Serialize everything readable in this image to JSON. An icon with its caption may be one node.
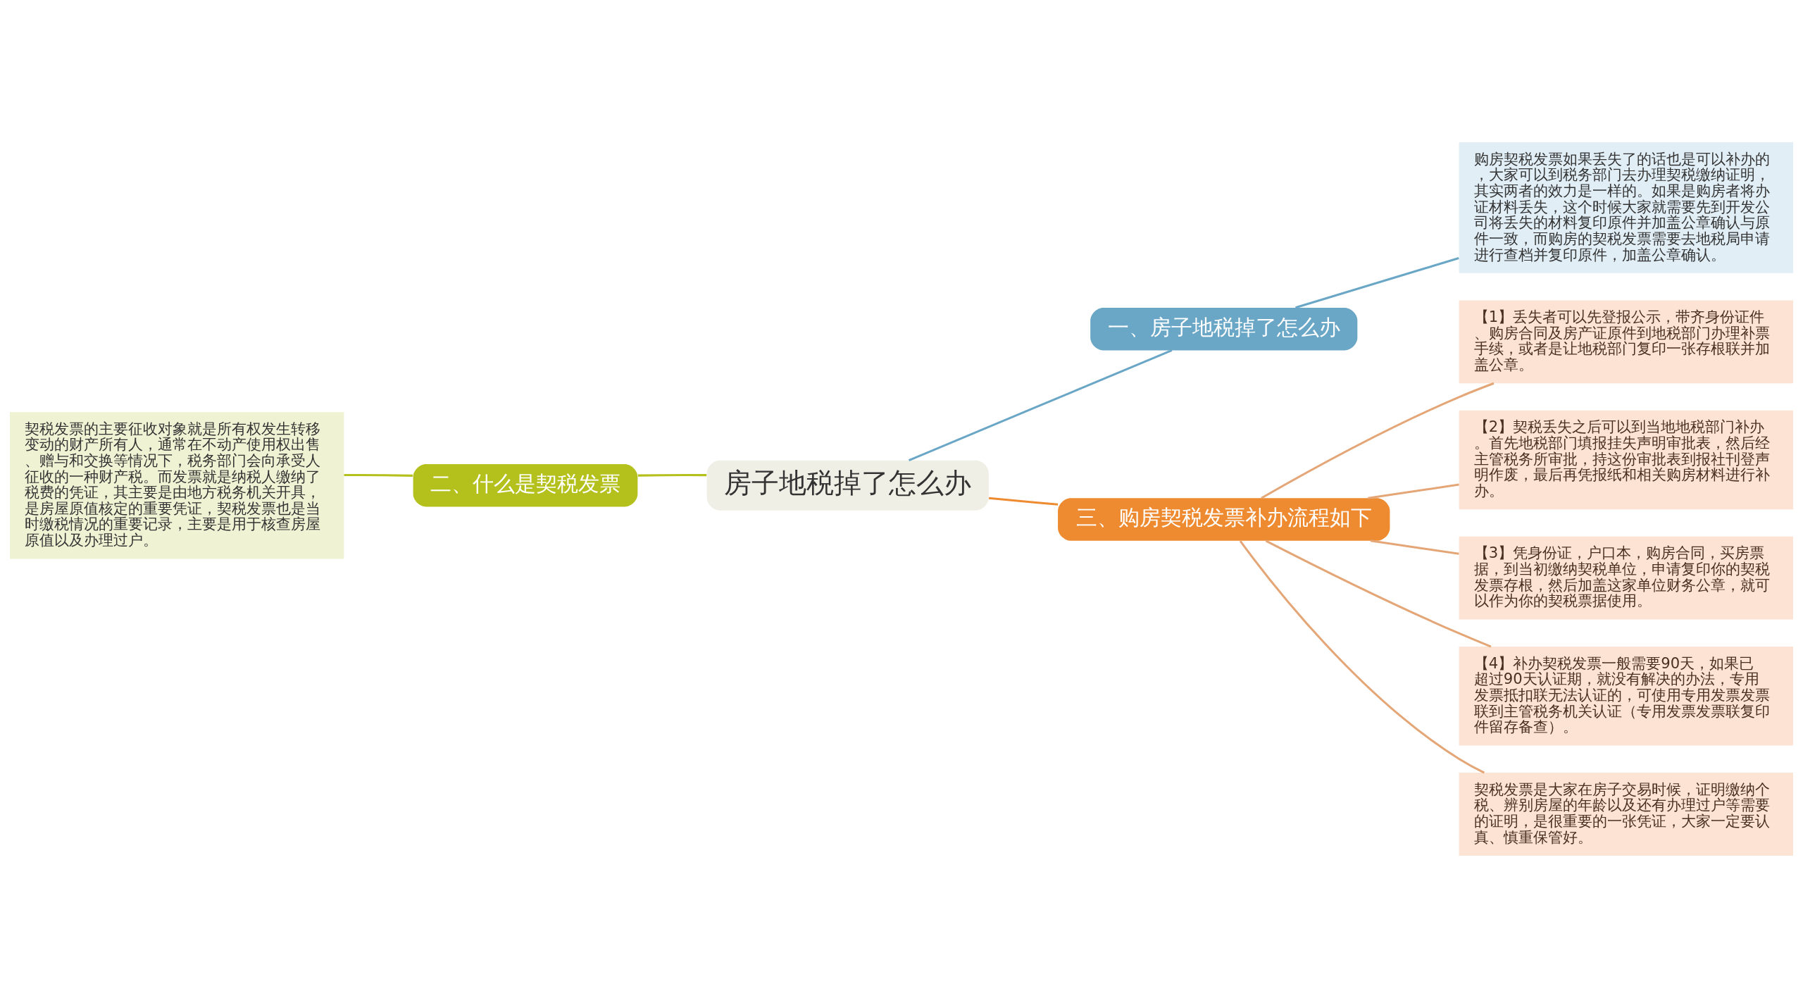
{
  "diagram": {
    "nodes": [
      {
        "text": [
          "房子地税掉了怎么办"
        ]
      },
      {
        "text": [
          "一、房子地税掉了怎么办"
        ]
      },
      {
        "text": [
          "购房契税发票如果丢失了的话也是可以补办的，大家可以到税务部门去办理契税缴纳证明，其实两者的效力是一样的。如果是购房者将办证材料丢失，这个时候大家就需要先到开发公司将丢失的材料复印原件并加盖公章确认与原件一致，而购房的契税发票需要去地税局申请进行查档并复印原件，加盖公章确认。"
        ]
      },
      {
        "text": [
          "二、什么是契税发票"
        ]
      },
      {
        "text": [
          "契税发票的主要征收对象就是所有权发生转移变动的财产所有人，通常在不动产使用权出售、赠与和交换等情况下，税务部门会向承受人征收的一种财产税。而发票就是纳税人缴纳了税费的凭证，其主要是由地方税务机关开具，是房屋原值核定的重要凭证，契税发票也是当时缴税情况的重要记录，主要是用于核查房屋原值以及办理过户。"
        ]
      },
      {
        "text": [
          "三、购房契税发票补办流程如下"
        ]
      },
      {
        "text": [
          "【1】丢失者可以先登报公示，带齐身份证件、购房合同及房产证原件到地税部门办理补票手续，或者是让地税部门复印一张存根联并加盖公章。"
        ]
      },
      {
        "text": [
          "【2】契税丢失之后可以到当地地税部门补办。首先地税部门填报挂失声明审批表，然后经主管税务所审批，持这份审批表到报社刊登声明作废，最后再凭报纸和相关购房材料进行补办。"
        ]
      },
      {
        "text": [
          "【3】凭身份证，户口本，购房合同，买房票据，到当初缴纳契税单位，申请复印你的契税发票存根，然后加盖这家单位财务公章，就可以作为你的契税票据使用。"
        ]
      },
      {
        "text": [
          "【4】补办契税发票一般需要90天，如果已超过90天认证期，就没有解决的办法，专用发票抵扣联无法认证的，可使用专用发票发票联到主管税务机关认证（专用发票发票联复印件留存备查）。"
        ]
      },
      {
        "text": [
          "契税发票是大家在房子交易时候，证明缴纳个税、辨别房屋的年龄以及还有办理过户等需要的证明，是很重要的一张凭证，大家一定要认真、慎重保管好。"
        ]
      }
    ],
    "edges": [
      {
        "from": 0,
        "to": 1,
        "arrow": "none",
        "color": "#6aa6c6"
      },
      {
        "from": 1,
        "to": 2,
        "arrow": "none",
        "color": "#6aa6c6"
      },
      {
        "from": 0,
        "to": 3,
        "arrow": "none",
        "color": "#b4c01c"
      },
      {
        "from": 3,
        "to": 4,
        "arrow": "none",
        "color": "#b4c01c"
      },
      {
        "from": 0,
        "to": 5,
        "arrow": "none",
        "color": "#ee8a30"
      },
      {
        "from": 5,
        "to": 6,
        "arrow": "none"
      },
      {
        "from": 5,
        "to": 7,
        "arrow": "none"
      },
      {
        "from": 5,
        "to": 8,
        "arrow": "none"
      },
      {
        "from": 5,
        "to": 9,
        "arrow": "none"
      },
      {
        "from": 5,
        "to": 10,
        "arrow": "none"
      }
    ]
  }
}
